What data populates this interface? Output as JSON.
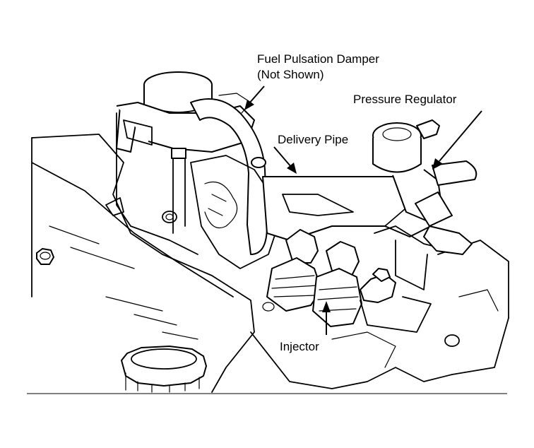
{
  "labels": {
    "fuel_pulsation_damper": "Fuel Pulsation Damper",
    "not_shown": "(Not Shown)",
    "pressure_regulator": "Pressure Regulator",
    "delivery_pipe": "Delivery Pipe",
    "injector": "Injector"
  },
  "colors": {
    "ink": "#000000",
    "paper": "#ffffff"
  }
}
